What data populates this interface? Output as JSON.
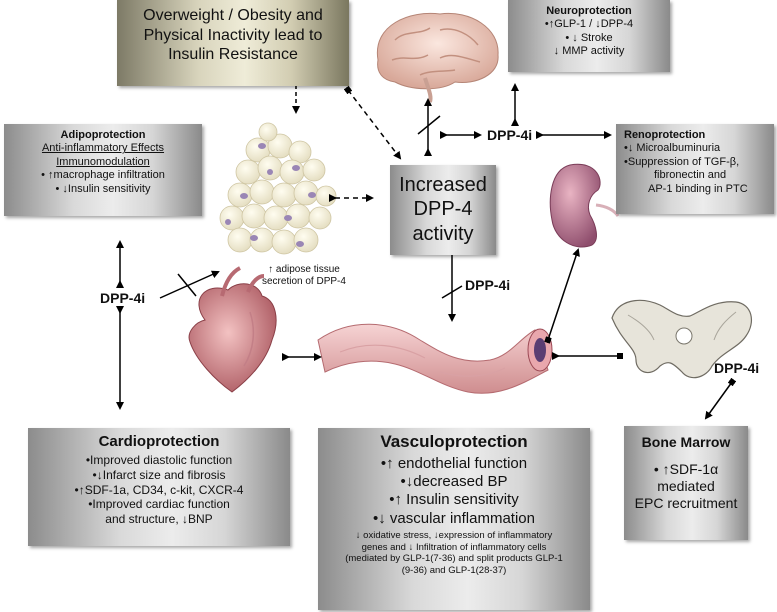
{
  "obesity_box": {
    "lines": [
      "Overweight / Obesity and",
      "Physical Inactivity lead to",
      "Insulin Resistance"
    ]
  },
  "neuro_box": {
    "title": "Neuroprotection",
    "lines": [
      "•↑GLP-1 / ↓DPP-4",
      "•  ↓ Stroke",
      "↓  MMP activity"
    ]
  },
  "adipo_box": {
    "title": "Adipoprotection",
    "underlined": [
      "Anti-inflammatory Effects",
      "Immunomodulation"
    ],
    "lines": [
      "•  ↑macrophage infiltration",
      "•  ↓Insulin sensitivity"
    ]
  },
  "reno_box": {
    "title": "Renoprotection",
    "lines": [
      "•↓ Microalbuminuria",
      "•Suppression of TGF-β,",
      "fibronectin and",
      "AP-1 binding in PTC"
    ]
  },
  "center_box": {
    "lines": [
      "Increased",
      "DPP-4",
      "activity"
    ]
  },
  "cardio_box": {
    "title": "Cardioprotection",
    "lines": [
      "•Improved diastolic function",
      "•↓Infarct size and fibrosis",
      "•↑SDF-1a, CD34, c-kit, CXCR-4",
      "•Improved cardiac function",
      "and structure, ↓BNP"
    ]
  },
  "vasculo_box": {
    "title": "Vasculoprotection",
    "big_lines": [
      "•↑ endothelial function",
      "•↓decreased BP",
      "•↑ Insulin sensitivity",
      "•↓ vascular inflammation"
    ],
    "small_lines": [
      "↓  oxidative stress, ↓expression of inflammatory",
      "genes and ↓ Infiltration of inflammatory cells",
      "(mediated by GLP-1(7-36) and split products GLP-1",
      "(9-36) and GLP-1(28-37)"
    ]
  },
  "bone_box": {
    "title": "Bone Marrow",
    "lines": [
      "•  ↑SDF-1α",
      "mediated",
      "EPC recruitment"
    ]
  },
  "labels": {
    "dpp4i_top": "DPP-4i",
    "dpp4i_left": "DPP-4i",
    "dpp4i_mid": "DPP-4i",
    "dpp4i_right": "DPP-4i",
    "adipose_caption": [
      "↑ adipose tissue",
      "secretion of DPP-4"
    ]
  },
  "illustrations": {
    "brain": "brain-illustration",
    "fat_cells": "adipocyte-cluster-illustration",
    "kidney": "kidney-illustration",
    "heart": "heart-illustration",
    "vessel": "blood-vessel-illustration",
    "pelvis": "pelvis-bone-illustration"
  },
  "colors": {
    "box_dark": "#8c8c8c",
    "box_light": "#ececec",
    "obesity_box_light": "#efecd8",
    "arrow": "#000000"
  }
}
